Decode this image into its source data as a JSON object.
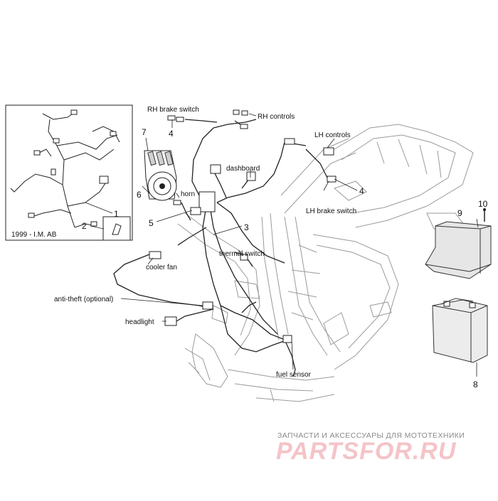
{
  "diagram": {
    "labels": {
      "rh_brake_switch": "RH brake switch",
      "rh_controls": "RH controls",
      "lh_controls": "LH controls",
      "dashboard": "dashboard",
      "horn": "horn",
      "lh_brake_switch": "LH brake switch",
      "thermal_switch": "thermal switch",
      "cooler_fan": "cooler fan",
      "anti_theft": "anti-theft (optional)",
      "headlight": "headlight",
      "fuel_sensor": "fuel sensor",
      "inset_caption": "1999 - I.M. AB"
    },
    "callouts": {
      "n1": "1",
      "n2": "2",
      "n3": "3",
      "n4a": "4",
      "n4b": "4",
      "n5": "5",
      "n6": "6",
      "n7": "7",
      "n8": "8",
      "n9": "9",
      "n10": "10"
    }
  },
  "watermark": {
    "tagline": "ЗАПЧАСТИ И АКСЕССУАРЫ ДЛЯ МОТОТЕХНИКИ",
    "logo": "PARTSFOR.RU"
  },
  "colors": {
    "line": "#222222",
    "frame": "#9a9a9a",
    "watermark_logo": "#f4c4c8"
  }
}
